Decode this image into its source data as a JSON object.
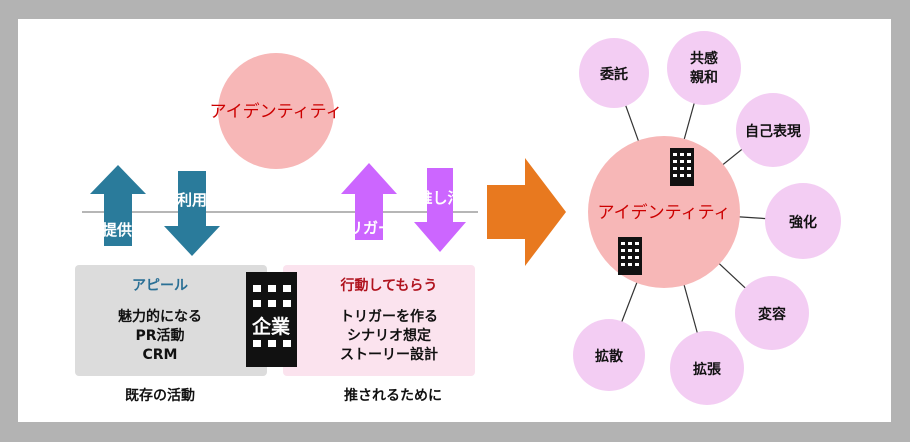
{
  "left": {
    "identity_label": "アイデンティティ",
    "provide_label": "提供",
    "use_label": "利用",
    "trigger_label": "トリガー",
    "oshikatsu_label": "推し活",
    "appeal_box": {
      "title": "アピール",
      "lines": [
        "魅力的になる",
        "PR活動",
        "CRM"
      ]
    },
    "action_box": {
      "title": "行動してもらう",
      "lines": [
        "トリガーを作る",
        "シナリオ想定",
        "ストーリー設計"
      ]
    },
    "company_label": "企業",
    "existing_caption": "既存の活動",
    "oshi_caption": "推されるために"
  },
  "right": {
    "center_label": "アイデンティティ",
    "satellites": [
      "委託",
      "共感\n親和",
      "自己表現",
      "強化",
      "変容",
      "拡張",
      "拡散"
    ]
  },
  "colors": {
    "teal": "#2a7b9b",
    "violet": "#cc66ff",
    "orange": "#e8791f",
    "identity_fill": "#f7b7b7",
    "identity_text": "#cc0000",
    "satellite_fill": "#f3cdf3",
    "appeal_bg": "#dcdcdc",
    "action_bg": "#fbe3ee",
    "appeal_title": "#2a6f95",
    "action_title": "#b0131e"
  }
}
